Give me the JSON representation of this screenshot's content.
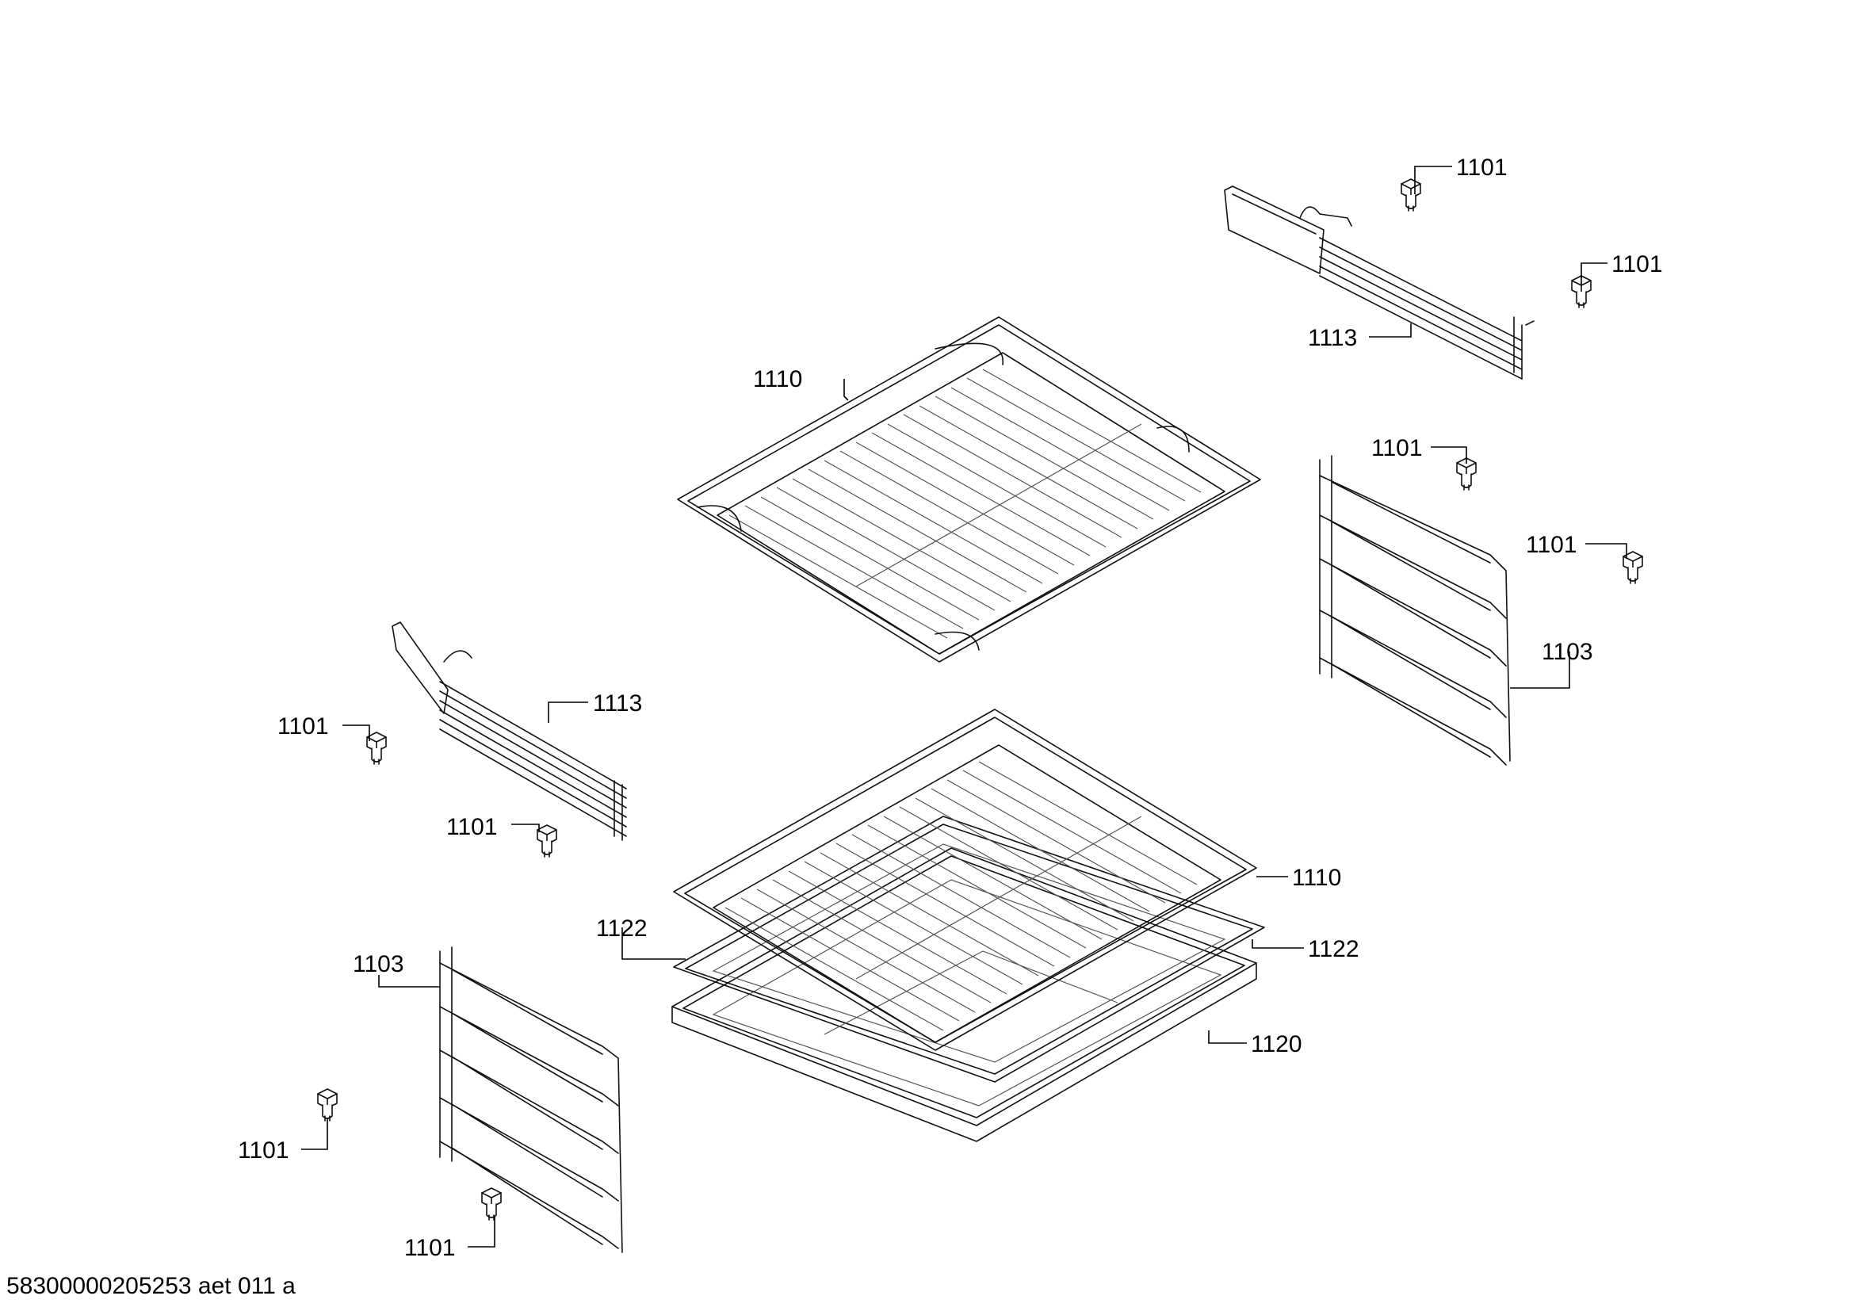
{
  "callouts": [
    {
      "id": "c-1101-a",
      "label": "1101"
    },
    {
      "id": "c-1101-b",
      "label": "1101"
    },
    {
      "id": "c-1113-a",
      "label": "1113"
    },
    {
      "id": "c-1110-a",
      "label": "1110"
    },
    {
      "id": "c-1101-c",
      "label": "1101"
    },
    {
      "id": "c-1101-d",
      "label": "1101"
    },
    {
      "id": "c-1103-a",
      "label": "1103"
    },
    {
      "id": "c-1113-b",
      "label": "1113"
    },
    {
      "id": "c-1101-e",
      "label": "1101"
    },
    {
      "id": "c-1101-f",
      "label": "1101"
    },
    {
      "id": "c-1110-b",
      "label": "1110"
    },
    {
      "id": "c-1122-a",
      "label": "1122"
    },
    {
      "id": "c-1122-b",
      "label": "1122"
    },
    {
      "id": "c-1103-b",
      "label": "1103"
    },
    {
      "id": "c-1120",
      "label": "1120"
    },
    {
      "id": "c-1101-g",
      "label": "1101"
    },
    {
      "id": "c-1101-h",
      "label": "1101"
    }
  ],
  "footer": {
    "drawing_code": "58300000205253 aet 011 a"
  }
}
